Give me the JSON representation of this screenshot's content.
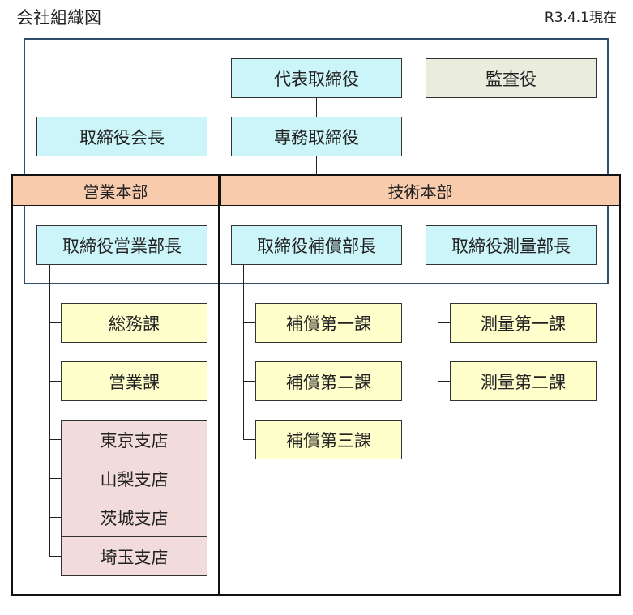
{
  "header": {
    "title": "会社組織図",
    "date": "R3.4.1現在"
  },
  "executives": {
    "representative_director": "代表取締役",
    "auditor": "監査役",
    "chairman": "取締役会長",
    "managing_director": "専務取締役"
  },
  "divisions": {
    "sales": {
      "name": "営業本部",
      "head": "取締役営業部長",
      "units": [
        "総務課",
        "営業課"
      ],
      "branches": [
        "東京支店",
        "山梨支店",
        "茨城支店",
        "埼玉支店"
      ]
    },
    "technical": {
      "name": "技術本部",
      "compensation_head": "取締役補償部長",
      "compensation_units": [
        "補償第一課",
        "補償第二課",
        "補償第三課"
      ],
      "survey_head": "取締役測量部長",
      "survey_units": [
        "測量第一課",
        "測量第二課"
      ]
    }
  },
  "colors": {
    "executive_box": "#ccf5fa",
    "auditor_box": "#eaedde",
    "unit_box": "#ffffcc",
    "branch_box": "#f2dcdb",
    "division_header": "#f8cbad",
    "executive_frame": "#2f4f6f"
  }
}
